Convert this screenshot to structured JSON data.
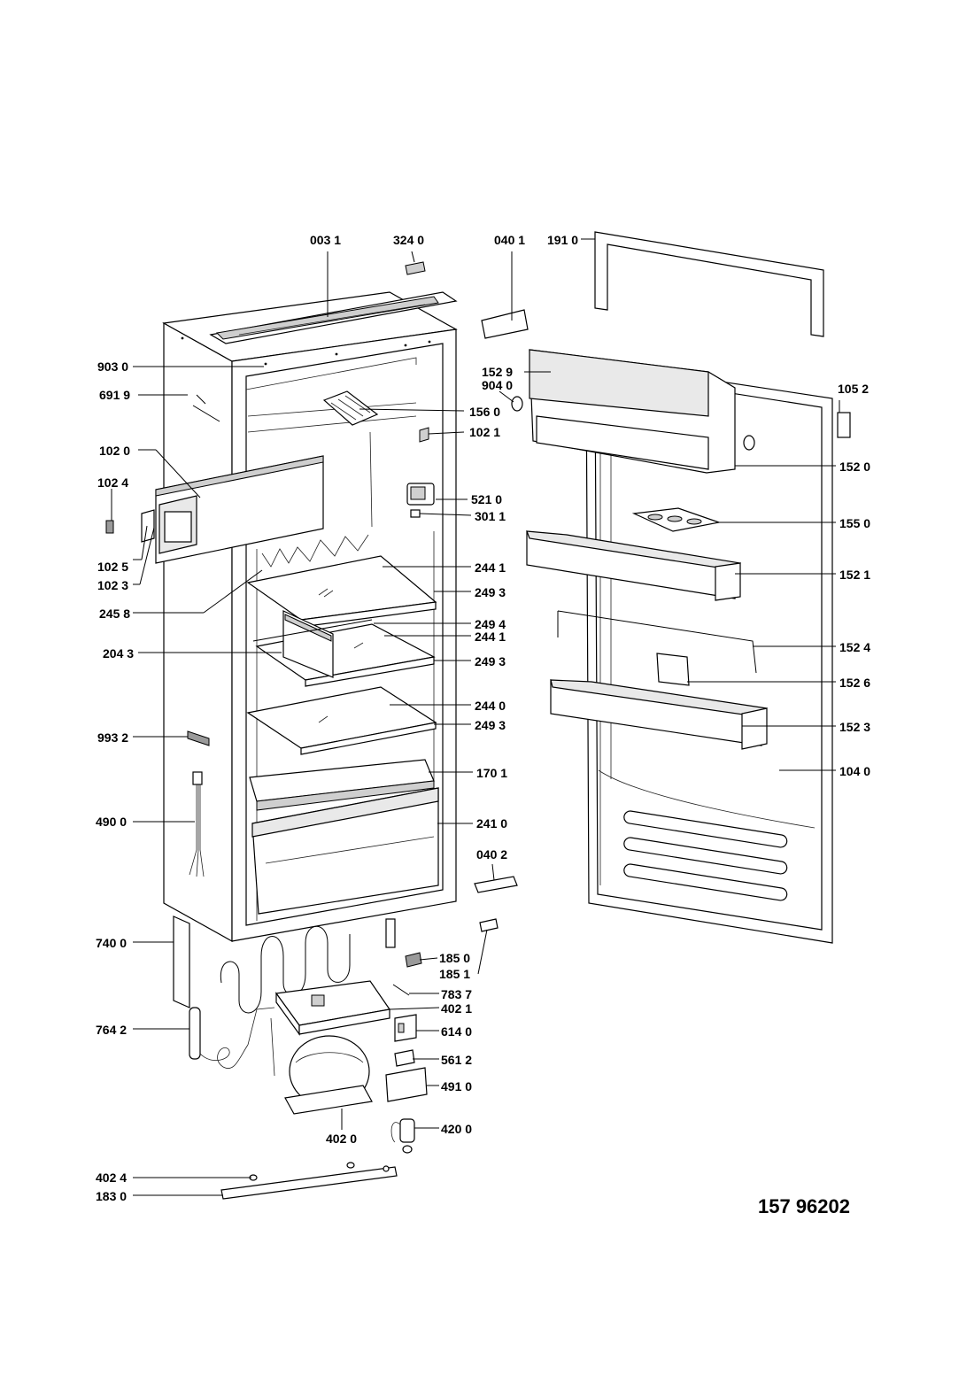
{
  "diagram": {
    "document_number": "157 96202",
    "labels": {
      "p0031": "003 1",
      "p3240": "324 0",
      "p0401": "040 1",
      "p1910": "191 0",
      "p9030": "903 0",
      "p6919": "691 9",
      "p1529": "152 9",
      "p9040": "904 0",
      "p1052": "105 2",
      "p1560": "156 0",
      "p1021": "102 1",
      "p1020": "102 0",
      "p1024": "102 4",
      "p1520": "152 0",
      "p5210": "521 0",
      "p3011": "301 1",
      "p1550": "155 0",
      "p1025": "102 5",
      "p1023": "102 3",
      "p1521": "152 1",
      "p2441a": "244 1",
      "p2458": "245 8",
      "p2493a": "249 3",
      "p2494": "249 4",
      "p2441b": "244 1",
      "p2043": "204 3",
      "p2493b": "249 3",
      "p1524": "152 4",
      "p1526": "152 6",
      "p2440": "244 0",
      "p2493c": "249 3",
      "p9932": "993 2",
      "p1523": "152 3",
      "p1701": "170 1",
      "p1040": "104 0",
      "p4900": "490 0",
      "p2410": "241 0",
      "p0402": "040 2",
      "p7400": "740 0",
      "p1850": "185 0",
      "p1851": "185 1",
      "p7837": "783 7",
      "p4021": "402 1",
      "p7642": "764 2",
      "p6140": "614 0",
      "p5612": "561 2",
      "p4910": "491 0",
      "p4200": "420 0",
      "p4020": "402 0",
      "p4024": "402 4",
      "p1830": "183 0"
    }
  }
}
